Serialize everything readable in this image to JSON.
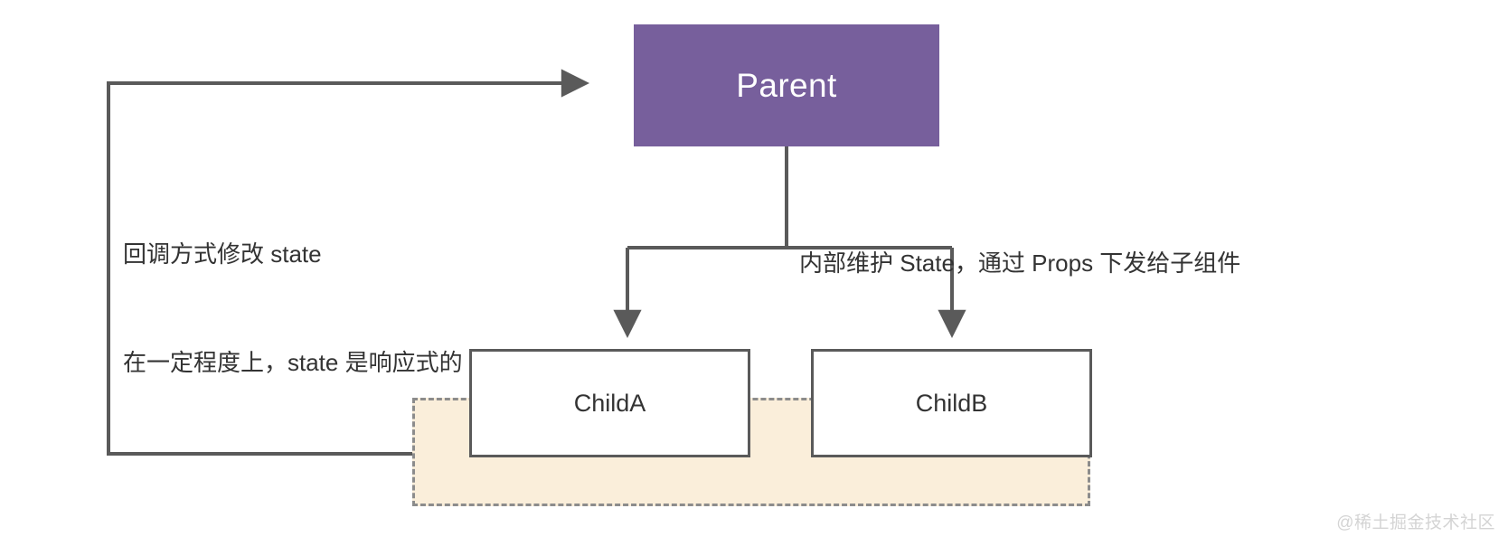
{
  "diagram": {
    "type": "flow-diagram",
    "background_color": "#ffffff",
    "nodes": [
      {
        "id": "parent",
        "label": "Parent",
        "fill_color": "#775f9c",
        "text_color": "#ffffff",
        "shape": "rectangle"
      },
      {
        "id": "childA",
        "label": "ChildA",
        "fill_color": "#ffffff",
        "border_color": "#5a5a5a",
        "text_color": "#333333",
        "shape": "rectangle"
      },
      {
        "id": "childB",
        "label": "ChildB",
        "fill_color": "#ffffff",
        "border_color": "#5a5a5a",
        "text_color": "#333333",
        "shape": "rectangle"
      }
    ],
    "group_region": {
      "id": "children-group",
      "fill_color": "#faeeda",
      "border_color": "#8c8c8c",
      "border_style": "dashed"
    },
    "edges": [
      {
        "id": "parent-to-children",
        "from": "parent",
        "to": [
          "childA",
          "childB"
        ],
        "direction": "down",
        "label_lines": [
          "内部维护 State，通过 Props 下发给子组件"
        ],
        "color": "#5a5a5a"
      },
      {
        "id": "children-to-parent",
        "from": "children-group",
        "to": "parent",
        "direction": "up-left",
        "label_lines": [
          "回调方式修改 state",
          "在一定程度上，state 是响应式的"
        ],
        "color": "#5a5a5a"
      }
    ],
    "labels": {
      "callback_line_1": "回调方式修改 state",
      "callback_line_2": "在一定程度上，state 是响应式的",
      "props_line_1": "内部维护 State，通过 Props 下发给子组件"
    },
    "watermark": "@稀土掘金技术社区"
  }
}
